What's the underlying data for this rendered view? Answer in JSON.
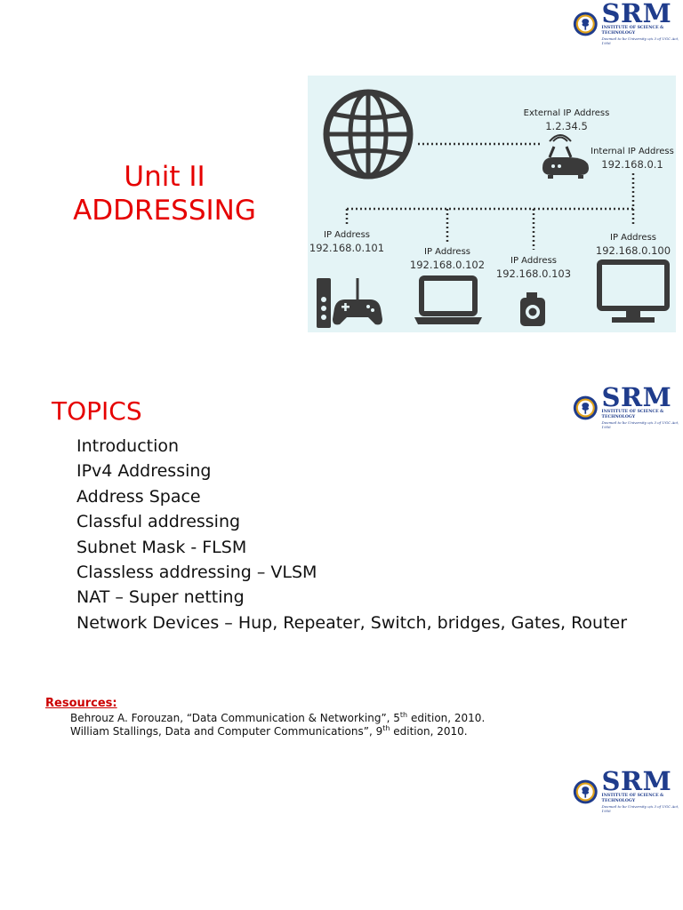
{
  "logo": {
    "name": "SRM",
    "line1": "INSTITUTE OF SCIENCE & TECHNOLOGY",
    "line2": "Deemed to be University u/s 3 of UGC Act, 1956",
    "primary_color": "#1f3c8c",
    "accent_color": "#e0a21a"
  },
  "slide1": {
    "title_line1": "Unit II",
    "title_line2": "ADDRESSING",
    "title_color": "#e60000",
    "diagram": {
      "external_label": "External IP Address",
      "external_ip": "1.2.34.5",
      "internal_label": "Internal IP Address",
      "internal_ip": "192.168.0.1",
      "devices": [
        {
          "label": "IP Address",
          "ip": "192.168.0.101",
          "icon": "game-console-icon"
        },
        {
          "label": "IP Address",
          "ip": "192.168.0.102",
          "icon": "laptop-icon"
        },
        {
          "label": "IP Address",
          "ip": "192.168.0.103",
          "icon": "camera-icon"
        },
        {
          "label": "IP Address",
          "ip": "192.168.0.100",
          "icon": "monitor-icon"
        }
      ],
      "icons": [
        "globe-icon",
        "router-icon"
      ]
    }
  },
  "slide2": {
    "title": "TOPICS",
    "topics": [
      "Introduction",
      "IPv4 Addressing",
      "Address Space",
      "Classful addressing",
      "Subnet Mask - FLSM",
      "Classless addressing – VLSM",
      "NAT – Super netting",
      "Network Devices – Hup, Repeater, Switch, bridges, Gates, Router"
    ],
    "resources": {
      "heading": "Resources:",
      "items": [
        {
          "pre": "Behrouz A. Forouzan, “Data Communication & Networking”, 5",
          "sup": "th",
          "post": " edition, 2010."
        },
        {
          "pre": "William Stallings, Data and Computer Communications”, 9",
          "sup": "th",
          "post": " edition, 2010."
        }
      ]
    }
  }
}
